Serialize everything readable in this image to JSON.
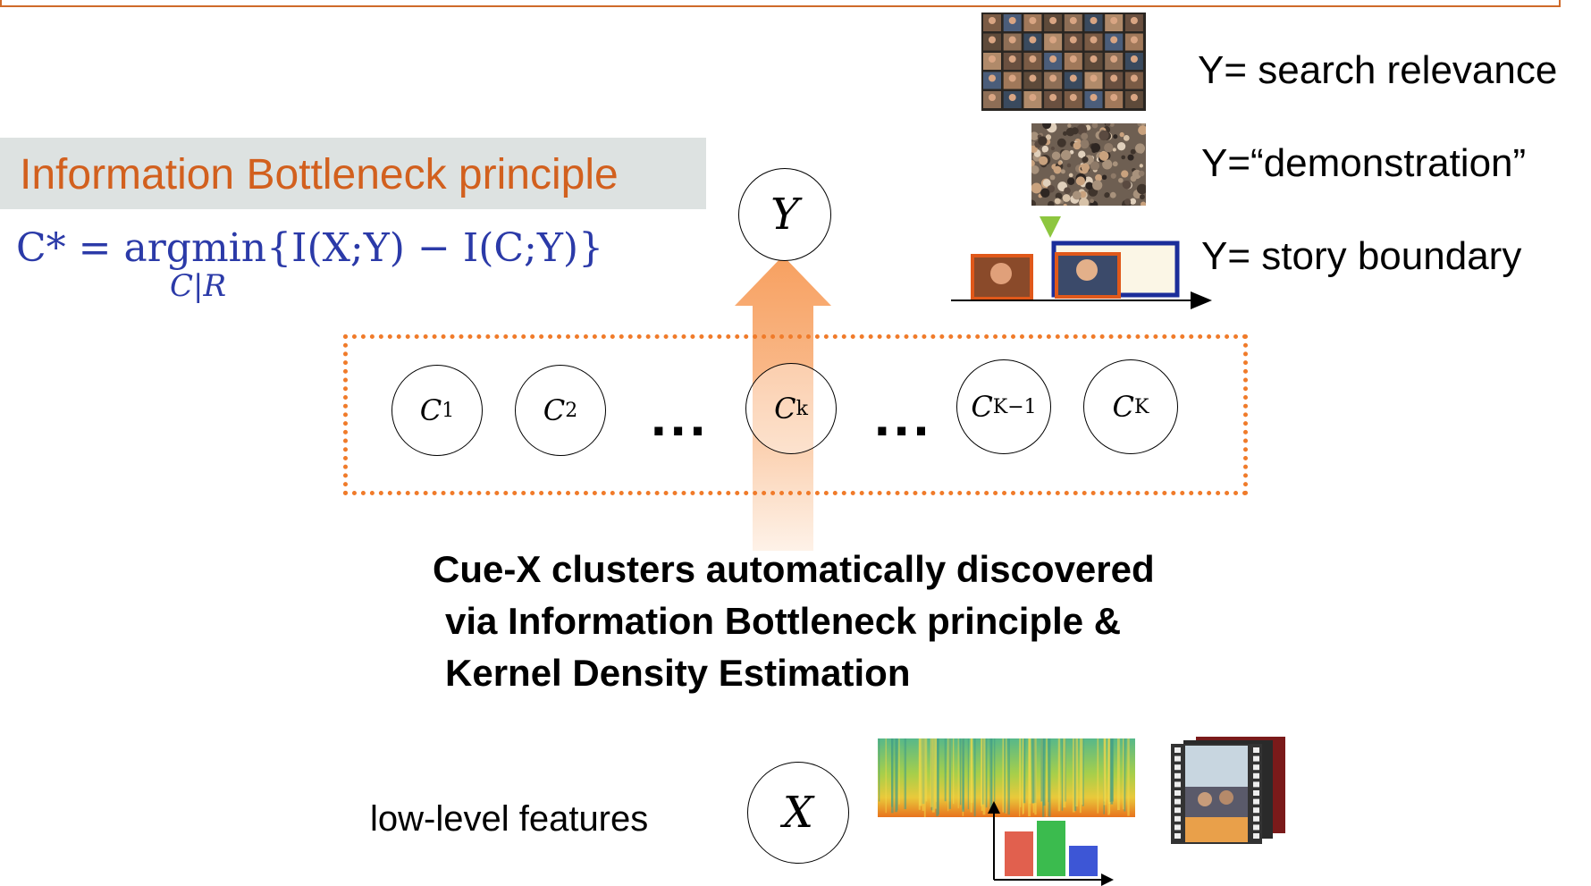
{
  "info_bottleneck": {
    "title": "Information Bottleneck principle",
    "formula_main": "C* = argmin{I(X;Y) − I(C;Y)}",
    "formula_sub": "C|R"
  },
  "nodes": {
    "y": "Y",
    "x": "X",
    "clusters": [
      {
        "base": "C",
        "sub": "1"
      },
      {
        "base": "C",
        "sub": "2"
      },
      {
        "base": "C",
        "sub": "k"
      },
      {
        "base": "C",
        "sub": "K−1"
      },
      {
        "base": "C",
        "sub": "K"
      }
    ],
    "ellipsis": "..."
  },
  "y_labels": {
    "search": "Y= search relevance",
    "demonstration": "Y=“demonstration”",
    "story": "Y= story boundary"
  },
  "caption": {
    "line1": "Cue-X clusters automatically discovered",
    "line2": "via Information Bottleneck principle &",
    "line3": "Kernel Density Estimation"
  },
  "low_level_label": "low-level features",
  "colors": {
    "accent_orange": "#d2601e",
    "dotted_orange": "#f07b2a",
    "formula_blue": "#2b3aa8",
    "banner_gray": "#dde2e1"
  }
}
